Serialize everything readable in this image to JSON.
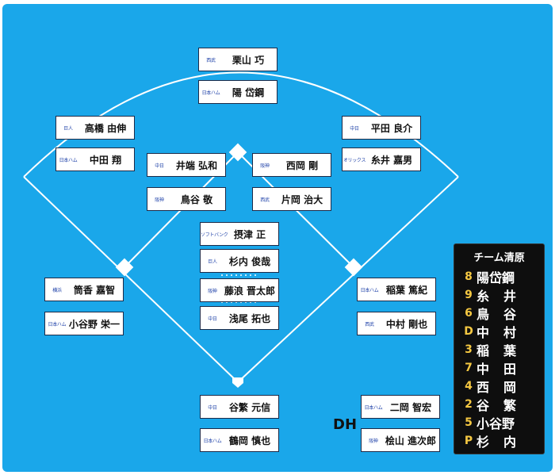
{
  "cards": [
    {
      "id": "c1",
      "team": "西武",
      "name": "栗山 巧"
    },
    {
      "id": "c2",
      "team": "日本ハム",
      "name": "陽 岱鋼"
    },
    {
      "id": "c3",
      "team": "巨人",
      "name": "高橋 由伸"
    },
    {
      "id": "c4",
      "team": "日本ハム",
      "name": "中田 翔"
    },
    {
      "id": "c5",
      "team": "中日",
      "name": "平田 良介"
    },
    {
      "id": "c6",
      "team": "オリックス",
      "name": "糸井 嘉男"
    },
    {
      "id": "c7",
      "team": "中日",
      "name": "井端 弘和"
    },
    {
      "id": "c8",
      "team": "阪神",
      "name": "鳥谷 敬"
    },
    {
      "id": "c9",
      "team": "阪神",
      "name": "西岡 剛"
    },
    {
      "id": "c10",
      "team": "西武",
      "name": "片岡 治大"
    },
    {
      "id": "c11",
      "team": "ソフトバンク",
      "name": "摂津 正"
    },
    {
      "id": "c12",
      "team": "巨人",
      "name": "杉内 俊哉"
    },
    {
      "id": "c13",
      "team": "阪神",
      "name": "藤浪 晋太郎"
    },
    {
      "id": "c14",
      "team": "中日",
      "name": "浅尾 拓也"
    },
    {
      "id": "c15",
      "team": "横浜",
      "name": "筒香 嘉智"
    },
    {
      "id": "c16",
      "team": "日本ハム",
      "name": "小谷野 栄一"
    },
    {
      "id": "c17",
      "team": "日本ハム",
      "name": "稲葉 篤紀"
    },
    {
      "id": "c18",
      "team": "西武",
      "name": "中村 剛也"
    },
    {
      "id": "c19",
      "team": "中日",
      "name": "谷繁 元信"
    },
    {
      "id": "c20",
      "team": "日本ハム",
      "name": "鶴岡 慎也"
    },
    {
      "id": "c21",
      "team": "日本ハム",
      "name": "二岡 智宏"
    },
    {
      "id": "c22",
      "team": "阪神",
      "name": "桧山 進次郎"
    }
  ],
  "dh_label": "DH",
  "lineup_board": {
    "title": "チーム清原",
    "rows": [
      {
        "pos": "8",
        "player": "陽岱鋼"
      },
      {
        "pos": "9",
        "player": "糸井"
      },
      {
        "pos": "6",
        "player": "鳥谷"
      },
      {
        "pos": "D",
        "player": "中村"
      },
      {
        "pos": "3",
        "player": "稲葉"
      },
      {
        "pos": "7",
        "player": "中田"
      },
      {
        "pos": "4",
        "player": "西岡"
      },
      {
        "pos": "2",
        "player": "谷繁"
      },
      {
        "pos": "5",
        "player": "小谷野"
      },
      {
        "pos": "P",
        "player": "杉内"
      }
    ]
  },
  "colors": {
    "field": "#1aa7ea",
    "board": "#0e0e0e",
    "board_pos": "#f5c842"
  }
}
